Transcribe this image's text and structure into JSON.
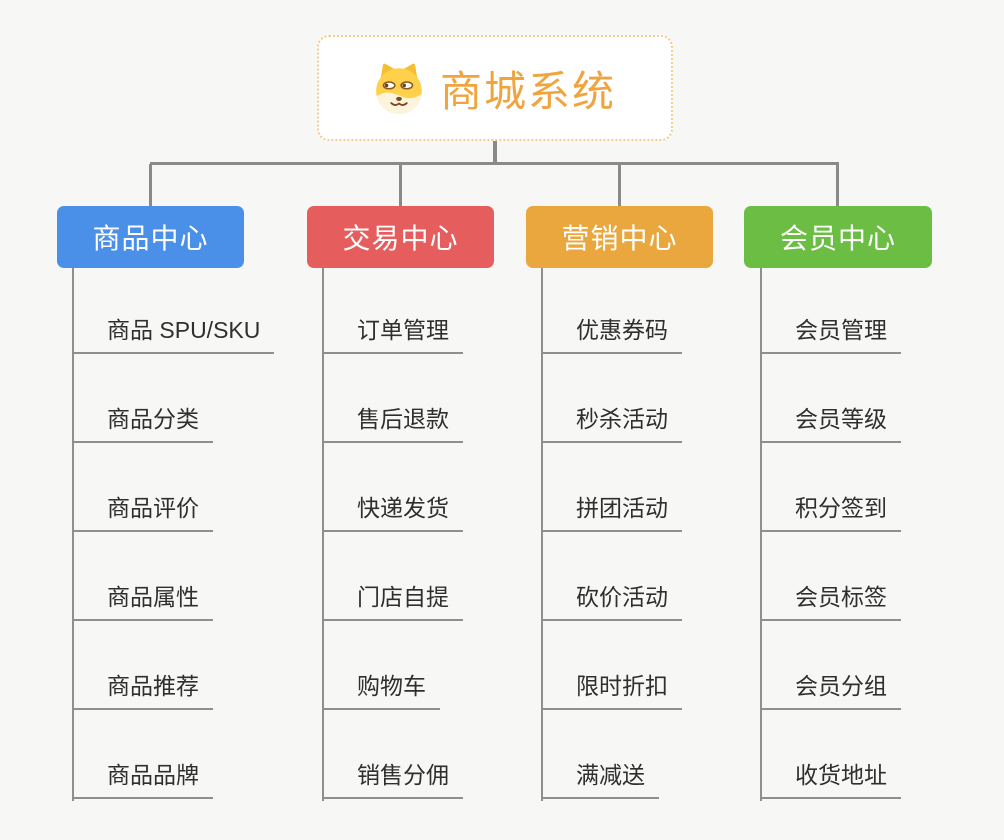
{
  "page": {
    "background_color": "#f7f7f6",
    "connector_color": "#8a8a8a",
    "underline_color": "#8f8f8f",
    "leaf_text_color": "#2f2f2f"
  },
  "root": {
    "label": "商城系统",
    "icon": "shiba-dog-face-icon",
    "text_color": "#f0a43e",
    "border_color": "#f3cb8a",
    "background": "#ffffff"
  },
  "branches": [
    {
      "label": "商品中心",
      "color": "#4a90e8",
      "items": [
        "商品 SPU/SKU",
        "商品分类",
        "商品评价",
        "商品属性",
        "商品推荐",
        "商品品牌"
      ]
    },
    {
      "label": "交易中心",
      "color": "#e65d5d",
      "items": [
        "订单管理",
        "售后退款",
        "快递发货",
        "门店自提",
        "购物车",
        "销售分佣"
      ]
    },
    {
      "label": "营销中心",
      "color": "#e9a73d",
      "items": [
        "优惠券码",
        "秒杀活动",
        "拼团活动",
        "砍价活动",
        "限时折扣",
        "满减送"
      ]
    },
    {
      "label": "会员中心",
      "color": "#6bbe43",
      "items": [
        "会员管理",
        "会员等级",
        "积分签到",
        "会员标签",
        "会员分组",
        "收货地址"
      ]
    }
  ]
}
